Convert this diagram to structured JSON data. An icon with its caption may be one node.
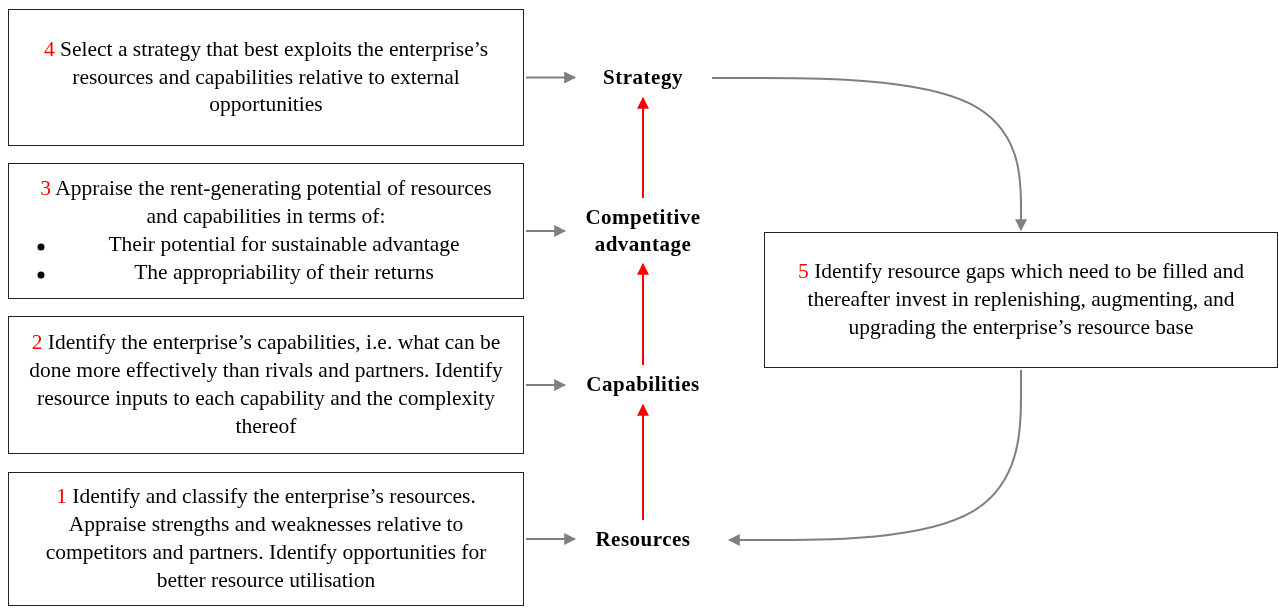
{
  "diagram": {
    "nodes": [
      {
        "text": [
          "4",
          "Select a strategy that best exploits the enterprise’s resources and capabilities relative to external opportunities"
        ]
      },
      {
        "text": [
          "Strategy"
        ]
      },
      {
        "text": [
          "3",
          "Appraise the rent-generating potential of resources and capabilities in terms of:",
          "Their potential for sustainable advantage",
          "The appropriability of their returns"
        ]
      },
      {
        "text": [
          "Competitive advantage"
        ]
      },
      {
        "text": [
          "2",
          "Identify the enterprise’s capabilities, i.e. what can be done more effectively than rivals and partners. Identify resource inputs to each capability and the complexity thereof"
        ]
      },
      {
        "text": [
          "Capabilities"
        ]
      },
      {
        "text": [
          "1",
          "Identify and classify the enterprise’s resources. Appraise strengths and weaknesses relative to competitors and partners. Identify opportunities for better resource utilisation"
        ]
      },
      {
        "text": [
          "Resources"
        ]
      },
      {
        "text": [
          "5",
          "Identify resource gaps which need to be filled and thereafter invest in replenishing, augmenting, and upgrading the enterprise’s resource base"
        ]
      }
    ],
    "edges": [
      {
        "from": 0,
        "to": 1,
        "arrow": "to"
      },
      {
        "from": 2,
        "to": 3,
        "arrow": "to"
      },
      {
        "from": 4,
        "to": 5,
        "arrow": "to"
      },
      {
        "from": 6,
        "to": 7,
        "arrow": "to"
      },
      {
        "from": 7,
        "to": 5,
        "arrow": "to",
        "color": "#ff0000"
      },
      {
        "from": 5,
        "to": 3,
        "arrow": "to",
        "color": "#ff0000"
      },
      {
        "from": 3,
        "to": 1,
        "arrow": "to",
        "color": "#ff0000"
      },
      {
        "from": 1,
        "to": 8,
        "arrow": "to"
      },
      {
        "from": 8,
        "to": 7,
        "arrow": "to"
      }
    ]
  }
}
